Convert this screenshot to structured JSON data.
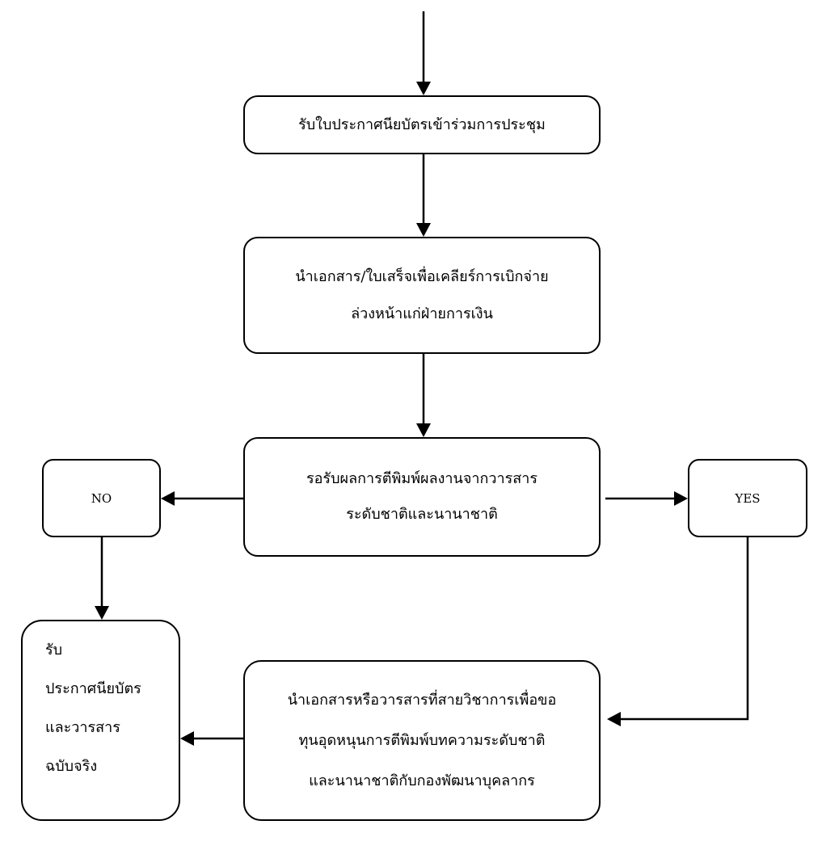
{
  "diagram": {
    "nodes": {
      "receive_certificate": [
        "รับใบประกาศนียบัตรเข้าร่วมการประชุม"
      ],
      "submit_documents": [
        "นำเอกสาร/ใบเสร็จเพื่อเคลียร์การเบิกจ่าย",
        "ล่วงหน้าแก่ฝ่ายการเงิน"
      ],
      "wait_result": [
        "รอรับผลการตีพิมพ์ผลงานจากวารสาร",
        "ระดับชาติและนานาชาติ"
      ],
      "no": [
        "NO"
      ],
      "yes": [
        "YES"
      ],
      "apply_support": [
        "นำเอกสารหรือวารสารที่สายวิชาการเพื่อขอ",
        "ทุนอุดหนุนการตีพิมพ์บทความระดับชาติ",
        "และนานาชาติกับกองพัฒนาบุคลากร"
      ],
      "original_docs": [
        "รับ",
        "ประกาศนียบัตร",
        "และวารสาร",
        "ฉบับจริง"
      ]
    },
    "edges": [
      {
        "from": "start",
        "to": "receive_certificate"
      },
      {
        "from": "receive_certificate",
        "to": "submit_documents"
      },
      {
        "from": "submit_documents",
        "to": "wait_result"
      },
      {
        "from": "wait_result",
        "to": "no"
      },
      {
        "from": "wait_result",
        "to": "yes"
      },
      {
        "from": "no",
        "to": "original_docs"
      },
      {
        "from": "yes",
        "to": "apply_support"
      },
      {
        "from": "apply_support",
        "to": "original_docs"
      }
    ],
    "colors": {
      "stroke": "#000000",
      "background": "#ffffff",
      "text": "#000000"
    }
  }
}
